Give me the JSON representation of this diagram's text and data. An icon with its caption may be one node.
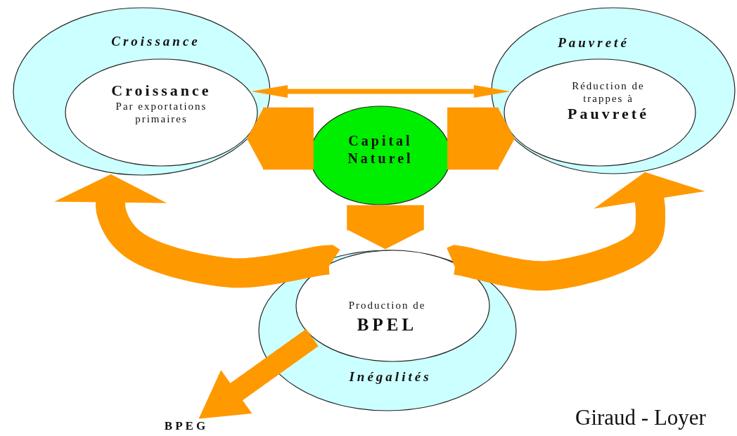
{
  "diagram": {
    "nodes": [
      {
        "text": [
          "Croissance"
        ]
      },
      {
        "text": [
          "Croissance",
          "Par exportations primaires"
        ],
        "in": 0
      },
      {
        "text": [
          "Pauvreté"
        ]
      },
      {
        "text": [
          "Réduction de trappes à",
          "Pauvreté"
        ],
        "in": 2
      },
      {
        "text": [
          "Capital Naturel"
        ]
      },
      {
        "text": [
          "Inégalités"
        ]
      },
      {
        "text": [
          "Production de",
          "BPEL"
        ],
        "in": 5
      },
      {
        "text": [
          "BPEG"
        ]
      }
    ],
    "edges": [
      {
        "from": 1,
        "to": 3,
        "arrow": "both"
      },
      {
        "from": 4,
        "to": 1,
        "arrow": "to",
        "style": "thick"
      },
      {
        "from": 4,
        "to": 3,
        "arrow": "to",
        "style": "thick"
      },
      {
        "from": 4,
        "to": 6,
        "arrow": "to",
        "style": "thick"
      },
      {
        "from": 6,
        "to": 0,
        "arrow": "to"
      },
      {
        "from": 6,
        "to": 2,
        "arrow": "to"
      },
      {
        "from": 6,
        "to": 7,
        "arrow": "to"
      }
    ],
    "labels": [
      "Giraud - Loyer"
    ]
  }
}
